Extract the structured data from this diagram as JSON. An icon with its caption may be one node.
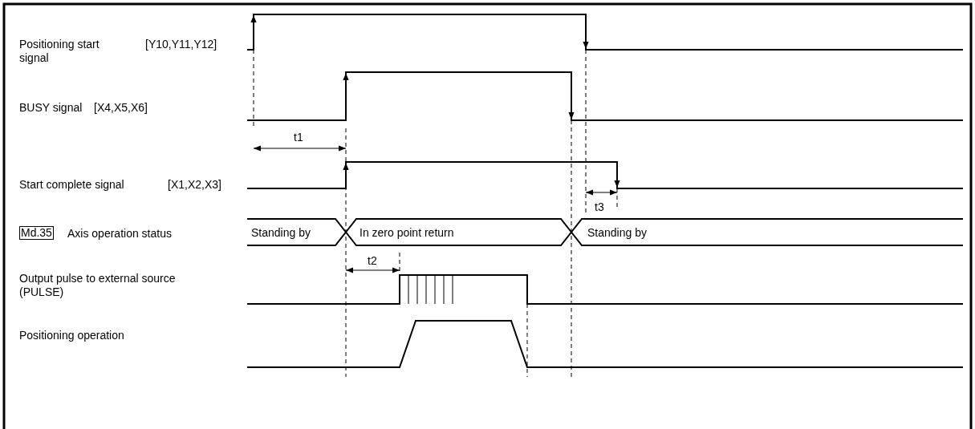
{
  "diagram": {
    "nodes": [
      {
        "text": [
          "Md.35"
        ]
      }
    ],
    "edges": [],
    "labels": [
      "Positioning start signal",
      "[Y10,Y11,Y12]",
      "BUSY signal",
      "[X4,X5,X6]",
      "t1",
      "Start complete signal",
      "[X1,X2,X3]",
      "t3",
      "Axis operation status",
      "Standing by",
      "In zero point return",
      "Standing by",
      "t2",
      "Output pulse to external source (PULSE)",
      "Positioning operation"
    ]
  }
}
